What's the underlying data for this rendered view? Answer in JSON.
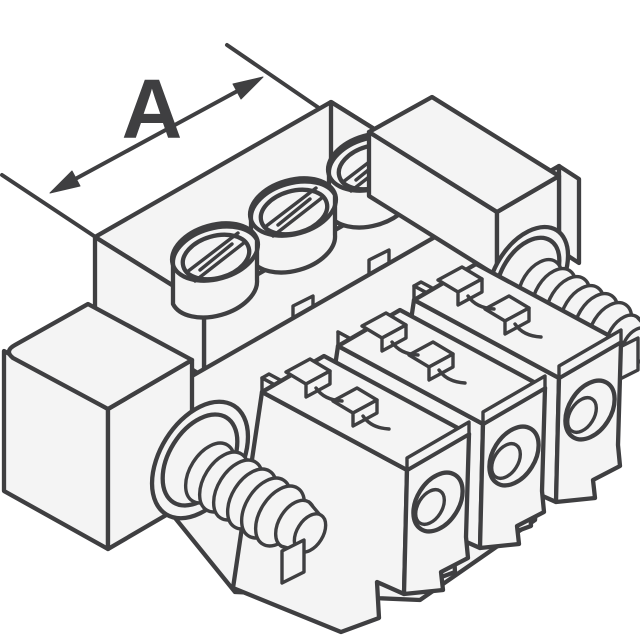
{
  "image": {
    "kind": "technical-line-drawing",
    "subject": "3-position pluggable terminal block with flange mounting screws, isometric view",
    "views": "top-front-left isometric"
  },
  "colors": {
    "line": "#3f3f41",
    "face": "#f4f4f4",
    "background": "#ffffff"
  },
  "dimension": {
    "label": "A",
    "measures": "overall length of housing"
  },
  "parts": {
    "housing": "terminal block housing",
    "terminal_screws": [
      "slotted terminal screw 1",
      "slotted terminal screw 2",
      "slotted terminal screw 3"
    ],
    "flange_screws": [
      "left flange screw with washer",
      "right flange screw with washer"
    ],
    "plug_modules": [
      "plug position 1",
      "plug position 2",
      "plug position 3"
    ],
    "wire_holes": [
      "wire entry hole 1",
      "wire entry hole 2",
      "wire entry hole 3"
    ]
  }
}
